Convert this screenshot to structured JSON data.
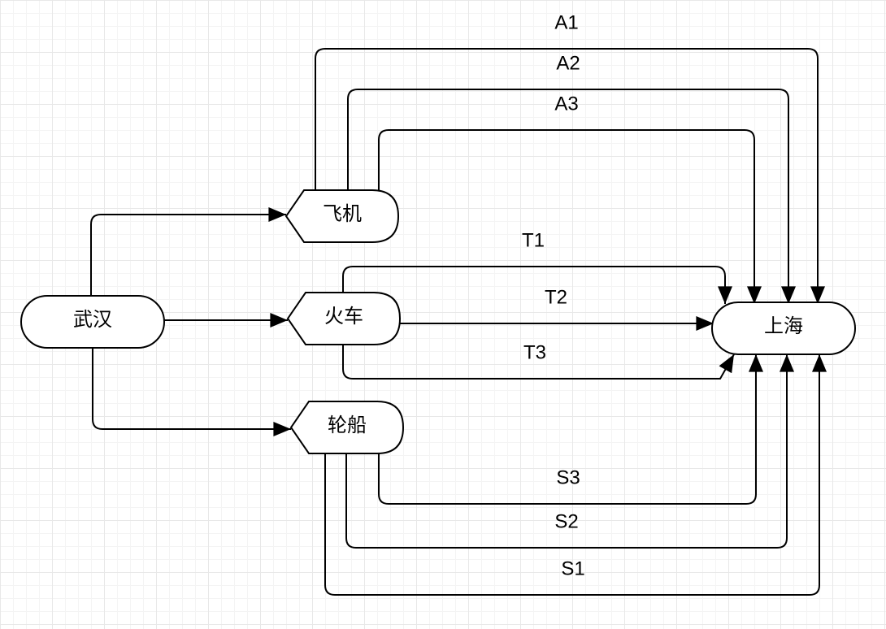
{
  "nodes": {
    "wuhan": "武汉",
    "plane": "飞机",
    "train": "火车",
    "ship": "轮船",
    "shanghai": "上海"
  },
  "edges": {
    "a1": "A1",
    "a2": "A2",
    "a3": "A3",
    "t1": "T1",
    "t2": "T2",
    "t3": "T3",
    "s1": "S1",
    "s2": "S2",
    "s3": "S3"
  }
}
